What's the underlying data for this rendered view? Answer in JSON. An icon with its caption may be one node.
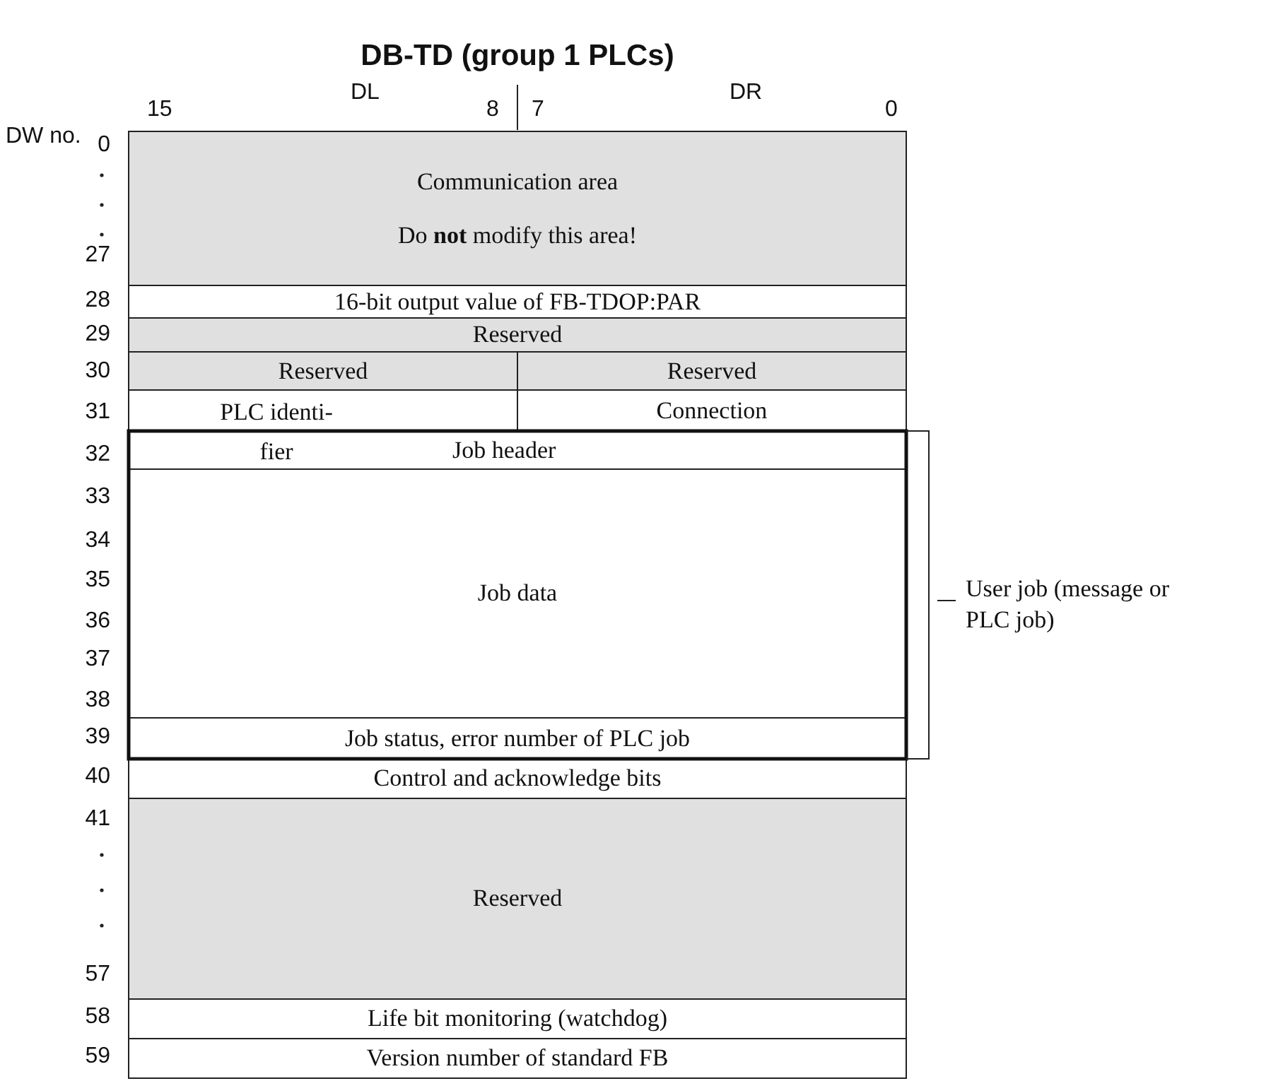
{
  "diagram": {
    "title": "DB-TD (group 1 PLCs)",
    "nodes": [
      {
        "text": [
          "Communication area",
          "Do **not** modify this area!"
        ]
      },
      {
        "text": [
          "16-bit output value of FB-TDOP:PAR"
        ]
      },
      {
        "text": [
          "Reserved"
        ]
      },
      {
        "text": [
          "Reserved"
        ]
      },
      {
        "text": [
          "Reserved"
        ]
      },
      {
        "text": [
          "PLC identi- fier"
        ]
      },
      {
        "text": [
          "Connection"
        ]
      },
      {
        "text": [
          "Job header"
        ]
      },
      {
        "text": [
          "Job data"
        ]
      },
      {
        "text": [
          "Job status, error number of PLC job"
        ]
      },
      {
        "text": [
          "Control and acknowledge bits"
        ]
      },
      {
        "text": [
          "Reserved"
        ]
      },
      {
        "text": [
          "Life bit monitoring (watchdog)"
        ]
      },
      {
        "text": [
          "Version number of standard FB"
        ]
      }
    ],
    "edges": [],
    "labels": [
      "DW no.",
      "15",
      "DL",
      "8",
      "7",
      "DR",
      "0",
      "0",
      "27",
      "28",
      "29",
      "30",
      "31",
      "32",
      "33",
      "34",
      "35",
      "36",
      "37",
      "38",
      "39",
      "40",
      "41",
      "57",
      "58",
      "59",
      "User job (message or PLC job)"
    ]
  }
}
